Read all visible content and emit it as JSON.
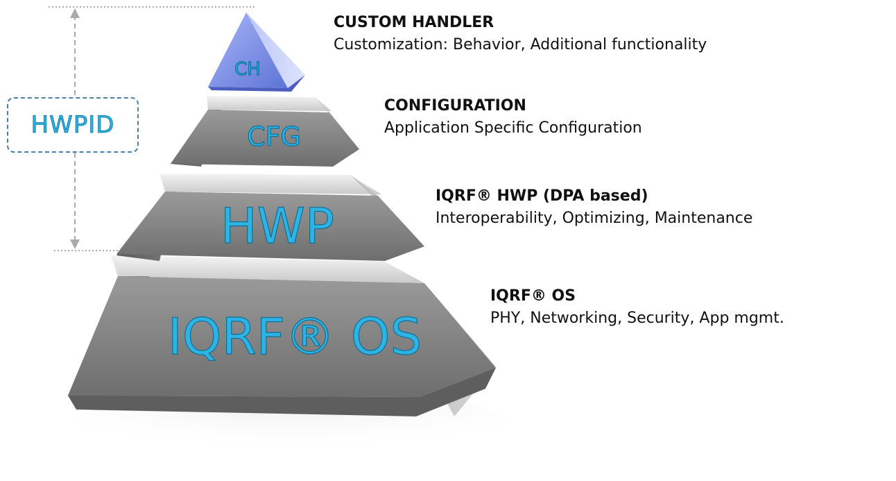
{
  "layers": [
    {
      "id": "ch",
      "label": "CH",
      "title": "CUSTOM HANDLER",
      "description": "Customization: Behavior, Additional functionality"
    },
    {
      "id": "cfg",
      "label": "CFG",
      "title": "CONFIGURATION",
      "description": "Application Specific Configuration"
    },
    {
      "id": "hwp",
      "label": "HWP",
      "title": "IQRF® HWP (DPA based)",
      "description": "Interoperability, Optimizing, Maintenance"
    },
    {
      "id": "os",
      "label": "IQRF® OS",
      "title": "IQRF® OS",
      "description": "PHY, Networking, Security, App mgmt."
    }
  ],
  "hwpid": {
    "label": "HWPID"
  },
  "colors": {
    "ch_top": "#8f9ff0",
    "layer_gray": "#8d8d8d",
    "label_fill": "#2fb3e3",
    "label_stroke": "#0b6f9a",
    "bracket": "#4a7fa7"
  }
}
